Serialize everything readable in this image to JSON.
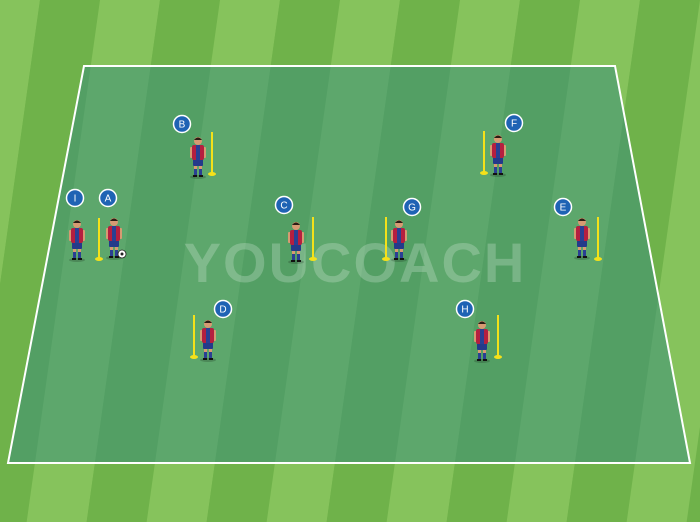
{
  "watermark": "YOUCOACH",
  "colors": {
    "grass_light": "#86c35c",
    "grass_dark": "#6fb24a",
    "area_tint": "#3d8f7a",
    "line": "#ffffff",
    "marker": "#1f63b4",
    "pole": "#f4e11a",
    "shirt_red": "#b51f3f",
    "shirt_blue": "#2a3f93",
    "shorts": "#243a8a",
    "skin": "#d79a72"
  },
  "players": [
    {
      "label": "I"
    },
    {
      "label": "A",
      "has_ball": true
    },
    {
      "label": "B"
    },
    {
      "label": "C"
    },
    {
      "label": "G"
    },
    {
      "label": "F"
    },
    {
      "label": "E"
    },
    {
      "label": "D"
    },
    {
      "label": "H"
    }
  ]
}
